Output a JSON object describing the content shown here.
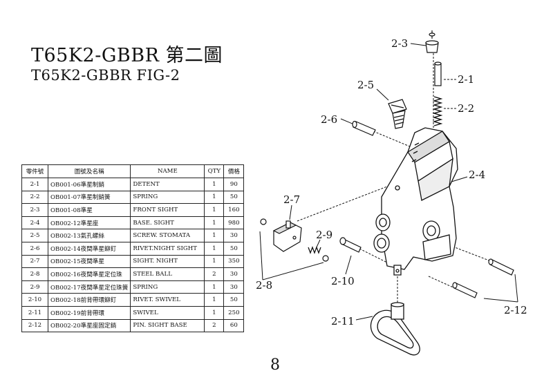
{
  "title": "T65K2-GBBR 第二圖",
  "subtitle": "T65K2-GBBR FIG-2",
  "page_number": "8",
  "table": {
    "headers": [
      "零件號",
      "圖號及名稱",
      "NAME",
      "QTY",
      "價格"
    ],
    "rows": [
      [
        "2-1",
        "OB001-06準星制銷",
        "DETENT",
        "1",
        "90"
      ],
      [
        "2-2",
        "OB001-07準星制銷簧",
        "SPRING",
        "1",
        "50"
      ],
      [
        "2-3",
        "OB001-08準星",
        "FRONT SIGHT",
        "1",
        "160"
      ],
      [
        "2-4",
        "OB002-12準星座",
        "BASE. SIGHT",
        "1",
        "980"
      ],
      [
        "2-5",
        "OB002-13氣孔螺絲",
        "SCREW. STOMATA",
        "1",
        "30"
      ],
      [
        "2-6",
        "OB002-14夜間準星鉚釘",
        "RIVET.NIGHT SIGHT",
        "1",
        "50"
      ],
      [
        "2-7",
        "OB002-15夜間準星",
        "SIGHT. NIGHT",
        "1",
        "350"
      ],
      [
        "2-8",
        "OB002-16夜間準星定位珠",
        "STEEL BALL",
        "2",
        "30"
      ],
      [
        "2-9",
        "OB002-17夜間準星定位珠簧",
        "SPRING",
        "1",
        "30"
      ],
      [
        "2-10",
        "OB002-18前背帶環鉚釘",
        "RIVET. SWIVEL",
        "1",
        "50"
      ],
      [
        "2-11",
        "OB002-19前背帶環",
        "SWIVEL",
        "1",
        "250"
      ],
      [
        "2-12",
        "OB002-20準星座固定銷",
        "PIN. SIGHT BASE",
        "2",
        "60"
      ]
    ]
  },
  "callouts": {
    "c2_1": "2-1",
    "c2_2": "2-2",
    "c2_3": "2-3",
    "c2_4": "2-4",
    "c2_5": "2-5",
    "c2_6": "2-6",
    "c2_7": "2-7",
    "c2_8": "2-8",
    "c2_9": "2-9",
    "c2_10": "2-10",
    "c2_11": "2-11",
    "c2_12": "2-12"
  }
}
